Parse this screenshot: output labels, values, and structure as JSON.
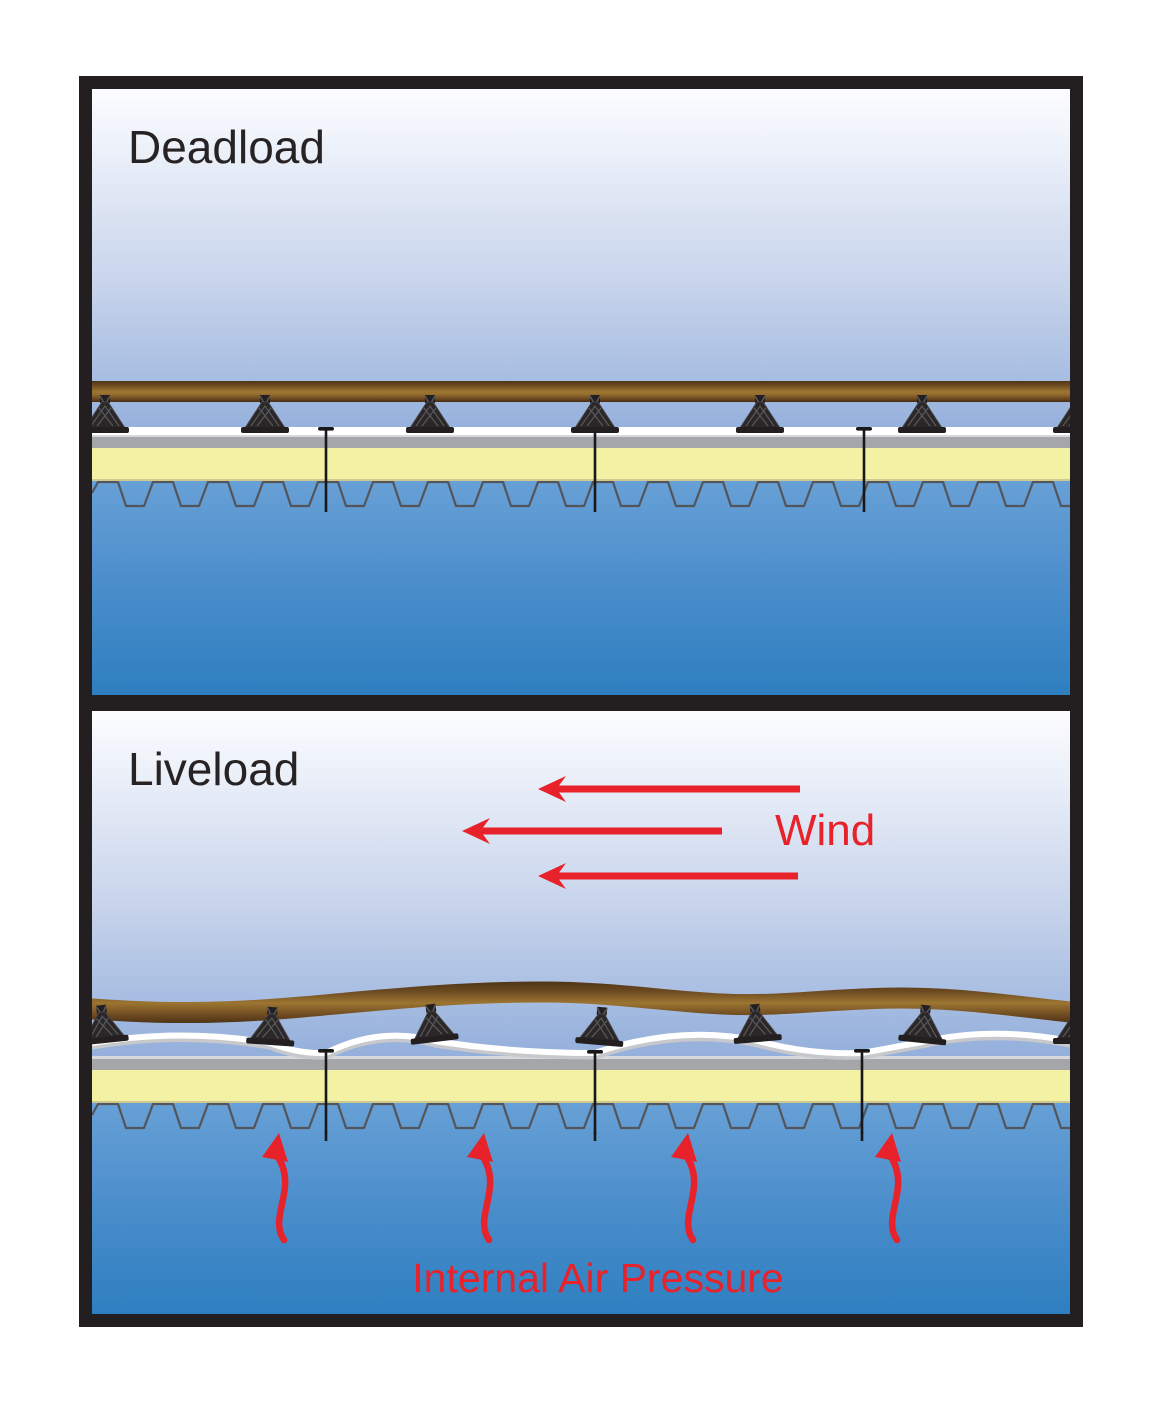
{
  "diagram": {
    "panels": [
      {
        "id": "deadload",
        "title": "Deadload"
      },
      {
        "id": "liveload",
        "title": "Liveload",
        "annotations": {
          "wind": "Wind",
          "internal_air_pressure": "Internal Air Pressure"
        }
      }
    ],
    "colors": {
      "annotation_red": "#e8222a",
      "frame_black": "#231f20",
      "ballast_pipe_brown": "#8a6227",
      "insulation_yellow": "#f3f1a4",
      "cover_board_gray": "#a4a6a9",
      "membrane_white": "#ffffff",
      "sky_gradient_top": "#fcfdff",
      "sky_gradient_bottom": "#93afdb",
      "plenum_gradient_top": "#67a0d6",
      "plenum_gradient_bottom": "#2e7fc0",
      "deck_outline_gray": "#54555a"
    }
  }
}
